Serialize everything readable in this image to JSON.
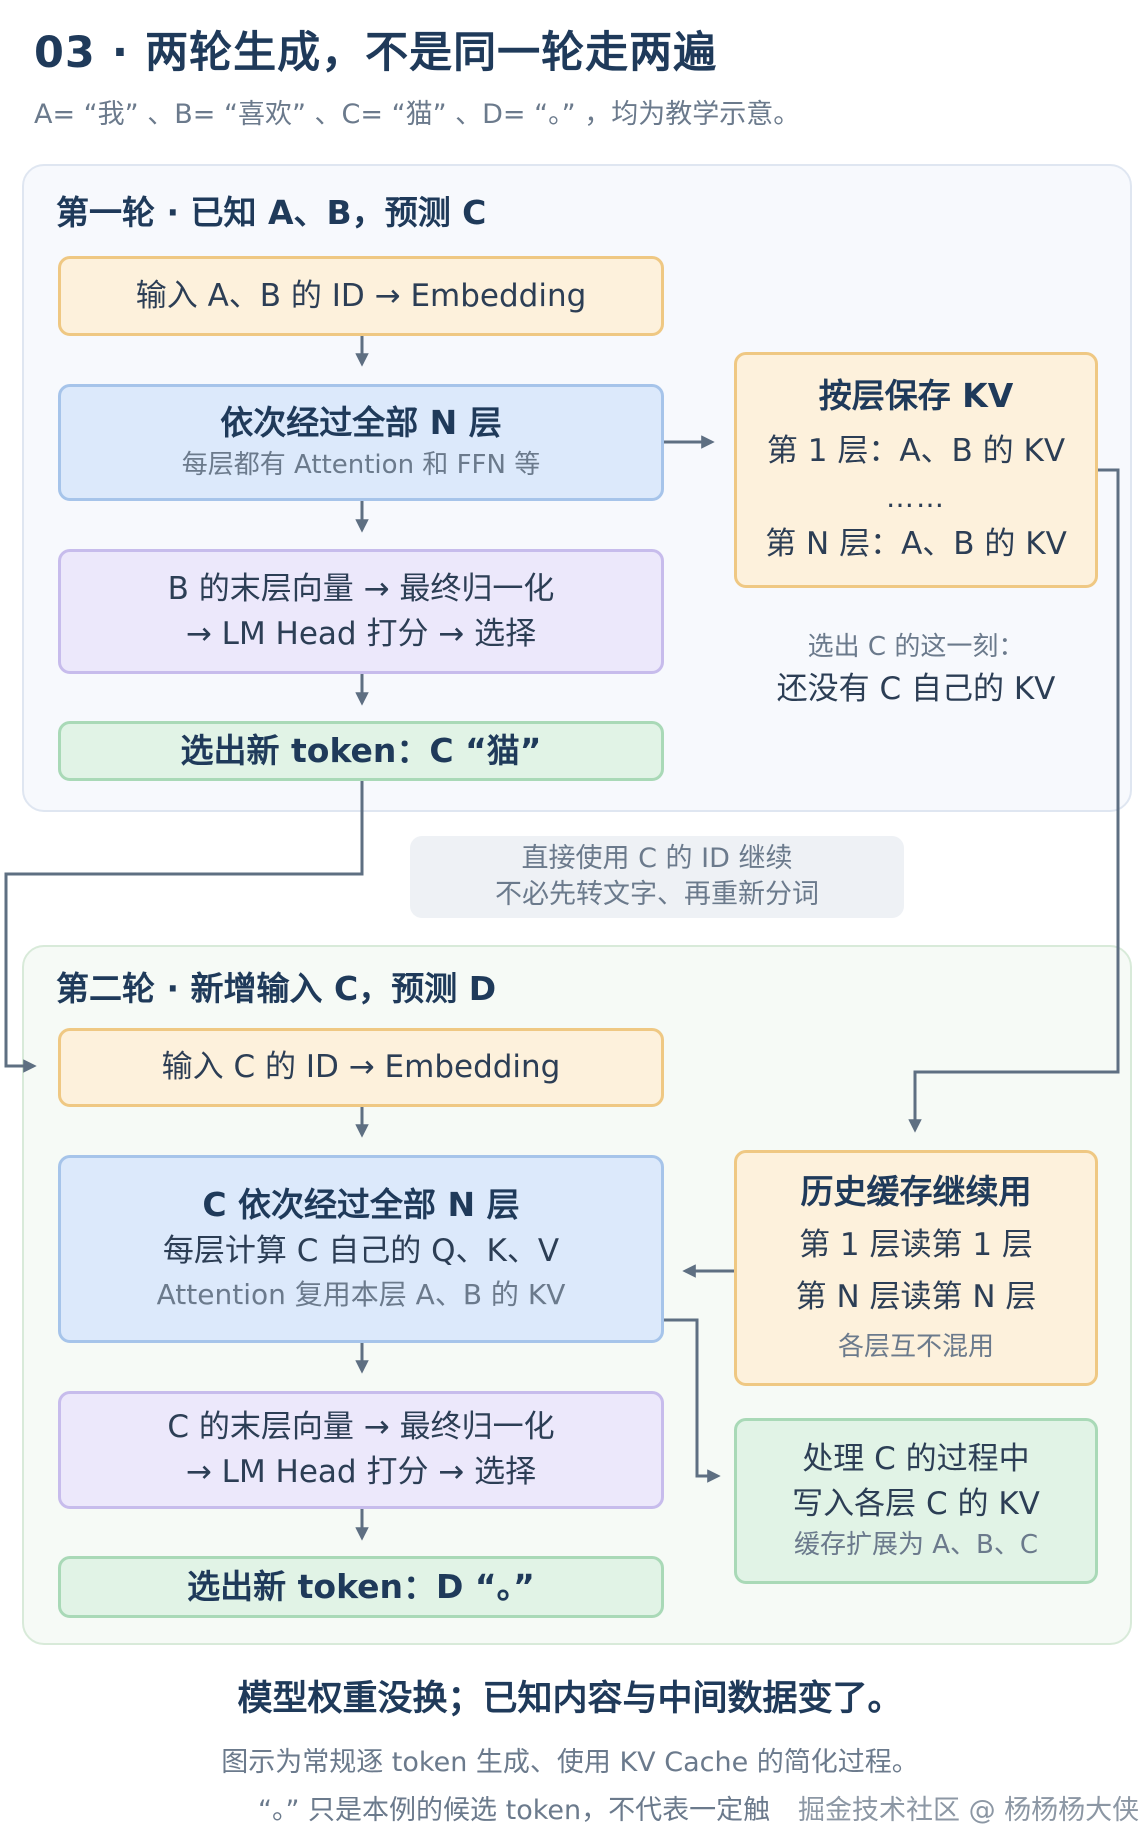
{
  "header": {
    "title": "03 · 两轮生成，不是同一轮走两遍",
    "subtitle": "A= “我” 、B= “喜欢” 、C= “猫” 、D= “。” ，均为教学示意。"
  },
  "round1": {
    "title": "第一轮 · 已知 A、B，预测 C",
    "input": "输入 A、B 的 ID → Embedding",
    "layers_title": "依次经过全部 N 层",
    "layers_sub": "每层都有 Attention 和 FFN 等",
    "head_line1": "B 的末层向量 → 最终归一化",
    "head_line2": "→ LM Head 打分 → 选择",
    "output": "选出新 token：C “猫”",
    "kv_title": "按层保存 KV",
    "kv_line1": "第 1 层：A、B 的 KV",
    "kv_dots": "……",
    "kv_lineN": "第 N 层：A、B 的 KV",
    "kv_note_line1": "选出 C 的这一刻：",
    "kv_note_line2": "还没有 C 自己的 KV"
  },
  "between_note": {
    "line1": "直接使用 C 的 ID 继续",
    "line2": "不必先转文字、再重新分词"
  },
  "round2": {
    "title": "第二轮 · 新增输入 C，预测 D",
    "input": "输入 C 的 ID → Embedding",
    "layers_title": "C 依次经过全部 N 层",
    "layers_line2": "每层计算 C 自己的 Q、K、V",
    "layers_line3": "Attention 复用本层 A、B 的 KV",
    "head_line1": "C 的末层向量 → 最终归一化",
    "head_line2": "→ LM Head 打分 → 选择",
    "output": "选出新 token：D “。”",
    "cache_title": "历史缓存继续用",
    "cache_line1": "第 1 层读第 1 层",
    "cache_line2": "第 N 层读第 N 层",
    "cache_line3": "各层互不混用",
    "write_line1": "处理 C 的过程中",
    "write_line2": "写入各层 C 的 KV",
    "write_line3": "缓存扩展为 A、B、C"
  },
  "footer": {
    "conclusion": "模型权重没换；已知内容与中间数据变了。",
    "line1": "图示为常规逐 token 生成、使用 KV Cache 的简化过程。",
    "line2": "“。” 只是本例的候选 token，不代表一定触",
    "watermark": "掘金技术社区 @ 杨杨杨大侠"
  },
  "colors": {
    "orange": "#fdf1dc",
    "blue": "#dce9fb",
    "purple": "#ece8fb",
    "green": "#e1f3e6",
    "arrow": "#5e6f82"
  }
}
